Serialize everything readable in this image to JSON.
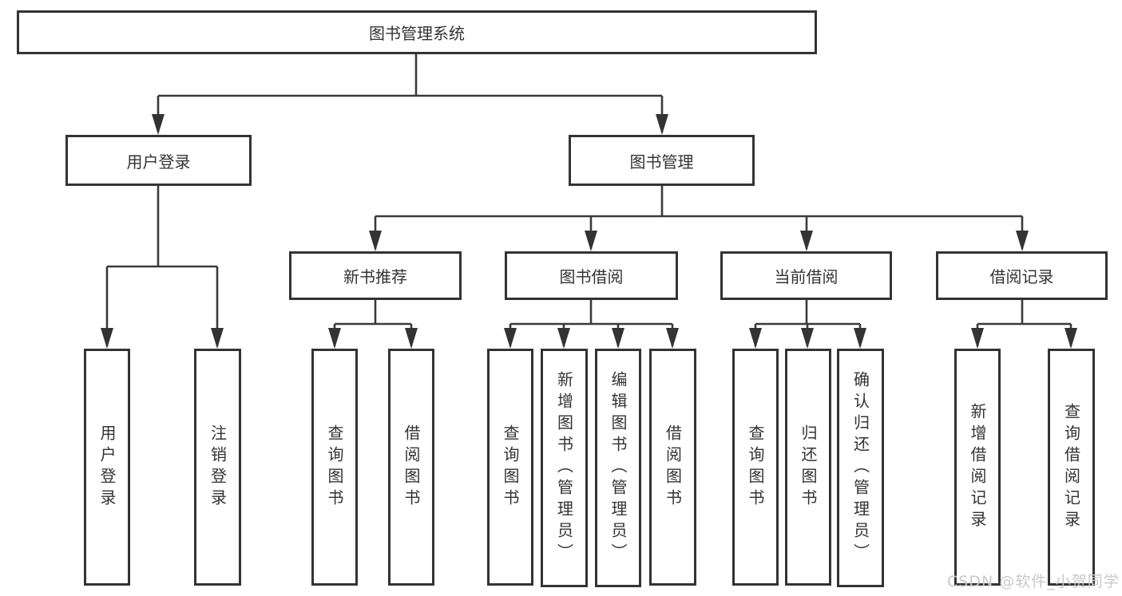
{
  "diagram": {
    "root": {
      "label": "图书管理系统"
    },
    "level2": [
      {
        "label": "用户登录"
      },
      {
        "label": "图书管理"
      }
    ],
    "level3": [
      {
        "label": "新书推荐"
      },
      {
        "label": "图书借阅"
      },
      {
        "label": "当前借阅"
      },
      {
        "label": "借阅记录"
      }
    ],
    "leaves": {
      "user_login": [
        "用户登录",
        "注销登录"
      ],
      "new_books": [
        "查询图书",
        "借阅图书"
      ],
      "book_borrow": [
        "查询图书",
        "新增图书（管理员）",
        "编辑图书（管理员）",
        "借阅图书"
      ],
      "current_borrow": [
        "查询图书",
        "归还图书",
        "确认归还（管理员）"
      ],
      "borrow_records": [
        "新增借阅记录",
        "查询借阅记录"
      ]
    },
    "watermark": "CSDN @软件_小贺同学",
    "colors": {
      "line": "#3a3a3a",
      "border": "#333333",
      "text": "#333333",
      "watermark": "#c7c9cc"
    }
  }
}
